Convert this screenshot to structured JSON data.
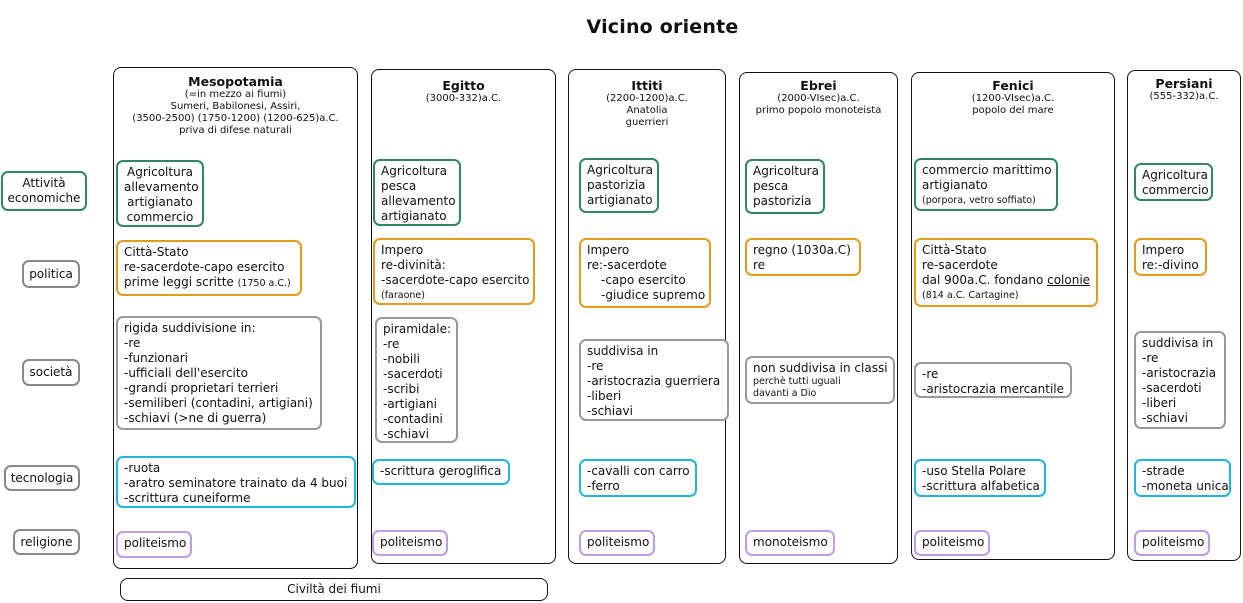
{
  "title": "Vicino oriente",
  "row_labels": {
    "economia": [
      "Attività",
      "economiche"
    ],
    "politica": "politica",
    "societa": "società",
    "tecnologia": "tecnologia",
    "religione": "religione"
  },
  "footer": "Civiltà dei fiumi",
  "colors": {
    "economia": "#2e8a5e",
    "politica": "#e59a1c",
    "societa": "#999999",
    "tecnologia": "#22b5e0",
    "religione": "#c29be8"
  },
  "civilizations": {
    "mesopotamia": {
      "name": "Mesopotamia",
      "sub": [
        "(=in mezzo ai fiumi)",
        "Sumeri, Babilonesi, Assiri,",
        "(3500-2500) (1750-1200) (1200-625)a.C.",
        "priva di difese naturali"
      ],
      "economia": [
        "Agricoltura",
        "allevamento",
        "artigianato",
        "commercio"
      ],
      "politica": [
        "Città-Stato",
        "re-sacerdote-capo esercito"
      ],
      "politica_last": "prime leggi scritte",
      "politica_last_small": "(1750 a.C.)",
      "societa": [
        "rigida suddivisione in:",
        "-re",
        "-funzionari",
        "-ufficiali dell'esercito",
        "-grandi proprietari terrieri",
        "-semiliberi (contadini, artigiani)",
        "-schiavi (>ne di guerra)"
      ],
      "tecnologia": [
        "-ruota",
        "-aratro seminatore trainato da 4 buoi",
        "-scrittura cuneiforme"
      ],
      "religione": "politeismo"
    },
    "egitto": {
      "name": "Egitto",
      "sub": [
        "(3000-332)a.C."
      ],
      "economia": [
        "Agricoltura",
        "pesca",
        "allevamento",
        "artigianato"
      ],
      "politica": [
        "Impero",
        "re-divinità:",
        "-sacerdote-capo esercito"
      ],
      "politica_small": "(faraone)",
      "societa": [
        "piramidale:",
        "-re",
        "-nobili",
        "-sacerdoti",
        "-scribi",
        "-artigiani",
        "-contadini",
        "-schiavi"
      ],
      "tecnologia": [
        "-scrittura geroglifica"
      ],
      "religione": "politeismo"
    },
    "ittiti": {
      "name": "Ittiti",
      "sub": [
        "(2200-1200)a.C.",
        "Anatolia",
        "guerrieri"
      ],
      "economia": [
        "Agricoltura",
        "pastorizia",
        "artigianato"
      ],
      "politica": [
        "Impero",
        "re:-sacerdote"
      ],
      "politica_indent": [
        "-capo esercito",
        "-giudice supremo"
      ],
      "societa": [
        "suddivisa in",
        "-re",
        "-aristocrazia guerriera",
        "-liberi",
        "-schiavi"
      ],
      "tecnologia": [
        "-cavalli con carro",
        "-ferro"
      ],
      "religione": "politeismo"
    },
    "ebrei": {
      "name": "Ebrei",
      "sub": [
        "(2000-VIsec)a.C.",
        "primo popolo monoteista"
      ],
      "economia": [
        "Agricoltura",
        "pesca",
        "pastorizia"
      ],
      "politica": [
        "regno (1030a.C)",
        "re"
      ],
      "societa": [
        "non suddivisa in classi"
      ],
      "societa_small": [
        "perchè tutti uguali",
        "davanti a Dio"
      ],
      "religione": "monoteismo"
    },
    "fenici": {
      "name": "Fenici",
      "sub": [
        "(1200-VIsec)a.C.",
        "popolo del mare"
      ],
      "economia": [
        "commercio marittimo",
        "artigianato"
      ],
      "economia_small": "(porpora, vetro soffiato)",
      "politica": [
        "Città-Stato",
        "re-sacerdote"
      ],
      "politica_pre": "dal 900a.C. fondano ",
      "politica_link": "colonie",
      "politica_small": "(814 a.C. Cartagine)",
      "societa": [
        "-re",
        "-aristocrazia mercantile"
      ],
      "tecnologia": [
        "-uso Stella Polare",
        "-scrittura alfabetica"
      ],
      "religione": "politeismo"
    },
    "persiani": {
      "name": "Persiani",
      "sub": [
        "(555-332)a.C."
      ],
      "economia": [
        "Agricoltura",
        "commercio"
      ],
      "politica": [
        "Impero",
        "re:-divino"
      ],
      "societa": [
        "suddivisa in",
        "-re",
        "-aristocrazia",
        "-sacerdoti",
        "-liberi",
        "-schiavi"
      ],
      "tecnologia": [
        "-strade",
        "-moneta unica"
      ],
      "religione": "politeismo"
    }
  }
}
